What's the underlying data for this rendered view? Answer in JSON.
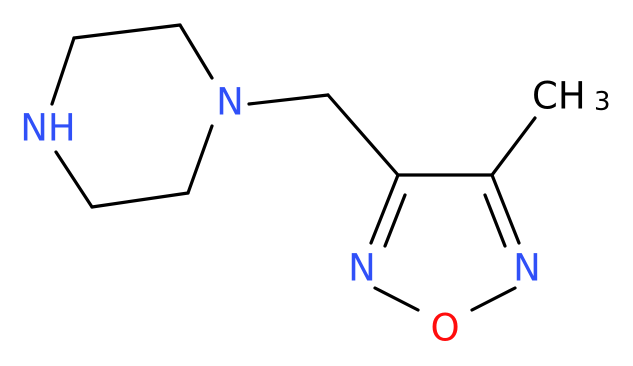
{
  "molecule": {
    "atoms": {
      "nh": {
        "text": "NH",
        "color": "#3050F8"
      },
      "n_piperazine": {
        "text": "N",
        "color": "#3050F8"
      },
      "n_left": {
        "text": "N",
        "color": "#3050F8"
      },
      "n_right": {
        "text": "N",
        "color": "#3050F8"
      },
      "o_ring": {
        "text": "O",
        "color": "#FF0D0D"
      },
      "methyl": {
        "text": "CH",
        "subscript": "3",
        "color": "#000000"
      }
    },
    "bond_color": "#000000"
  }
}
